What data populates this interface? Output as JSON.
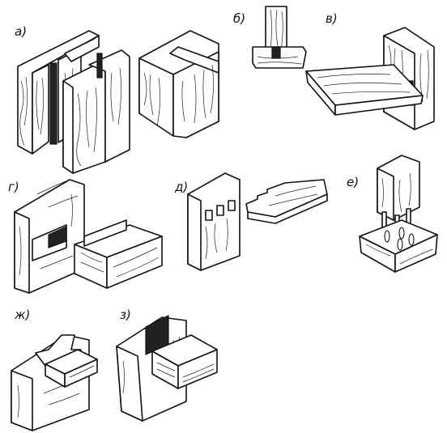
{
  "figure": {
    "labels": {
      "a": "а)",
      "b": "б)",
      "v": "в)",
      "g": "г)",
      "d": "д)",
      "e": "е)",
      "zh": "ж)",
      "z": "з)"
    }
  }
}
